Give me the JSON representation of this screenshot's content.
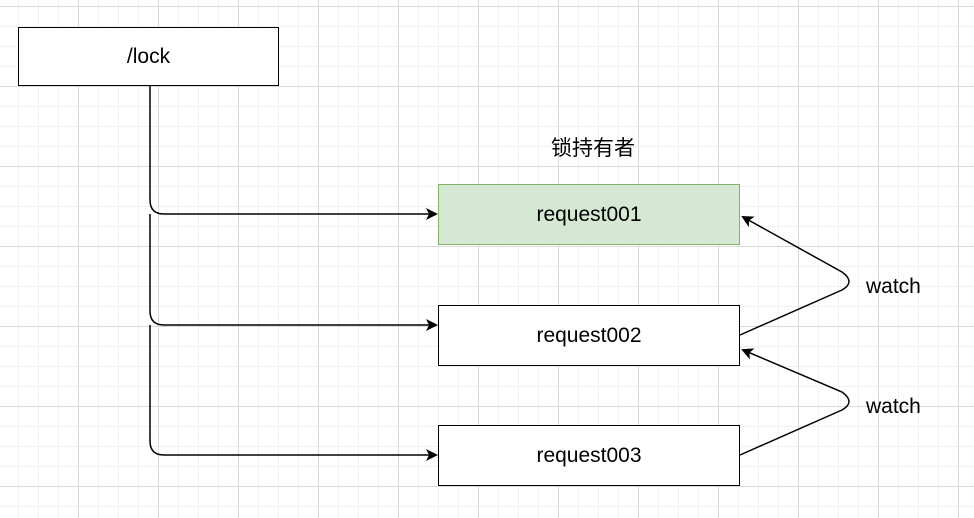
{
  "diagram": {
    "root": {
      "label": "/lock"
    },
    "lock_holder_caption": "锁持有者",
    "requests": [
      {
        "label": "request001",
        "role": "holder",
        "fill": "#d5e8d4",
        "stroke": "#82b366"
      },
      {
        "label": "request002",
        "role": "waiter",
        "fill": "#ffffff",
        "stroke": "#000000"
      },
      {
        "label": "request003",
        "role": "waiter",
        "fill": "#ffffff",
        "stroke": "#000000"
      }
    ],
    "watch_edges": [
      {
        "from": "request002",
        "to": "request001",
        "label": "watch"
      },
      {
        "from": "request003",
        "to": "request002",
        "label": "watch"
      }
    ],
    "child_edges": [
      {
        "from": "/lock",
        "to": "request001"
      },
      {
        "from": "/lock",
        "to": "request002"
      },
      {
        "from": "/lock",
        "to": "request003"
      }
    ],
    "colors": {
      "line": "#000000",
      "grid_major": "#d9d9d9",
      "grid_minor": "#f1f1f1"
    }
  }
}
